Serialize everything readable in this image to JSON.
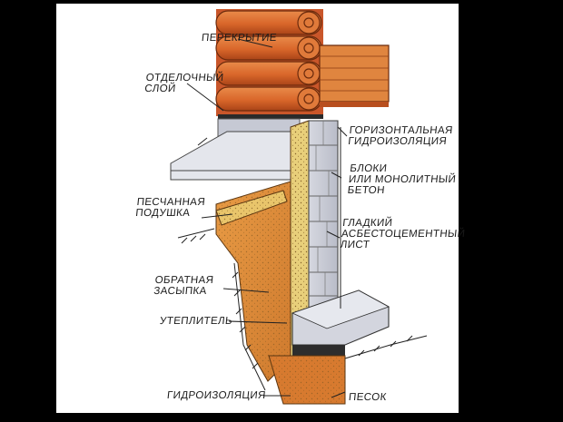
{
  "diagram": {
    "labels": {
      "floor": "ПЕРЕКРЫТИЕ",
      "finish_line1": "ОТДЕЛОЧНЫЙ",
      "finish_line2": "СЛОЙ",
      "hwp_line1": "ГОРИЗОНТАЛЬНАЯ",
      "hwp_line2": "ГИДРОИЗОЛЯЦИЯ",
      "blocks_line1": "БЛОКИ",
      "blocks_line2": "ИЛИ МОНОЛИТНЫЙ",
      "blocks_line3": "БЕТОН",
      "sand_cushion_line1": "ПЕСЧАННАЯ",
      "sand_cushion_line2": "ПОДУШКА",
      "sheet_line1": "ГЛАДКИЙ",
      "sheet_line2": "АСБЕСТОЦЕМЕНТНЫЙ",
      "sheet_line3": "ЛИСТ",
      "backfill_line1": "ОБРАТНАЯ",
      "backfill_line2": "ЗАСЫПКА",
      "insulation": "УТЕПЛИТЕЛЬ",
      "waterproofing": "ГИДРОИЗОЛЯЦИЯ",
      "sand": "ПЕСОК"
    },
    "colors": {
      "background": "#000000",
      "paper": "#ffffff",
      "log_wood": "#d9662a",
      "backfill": "#dc8a3a",
      "concrete": "#c9ccd6",
      "insulation": "#e8cf7a",
      "ink": "#1a1a1a"
    }
  }
}
